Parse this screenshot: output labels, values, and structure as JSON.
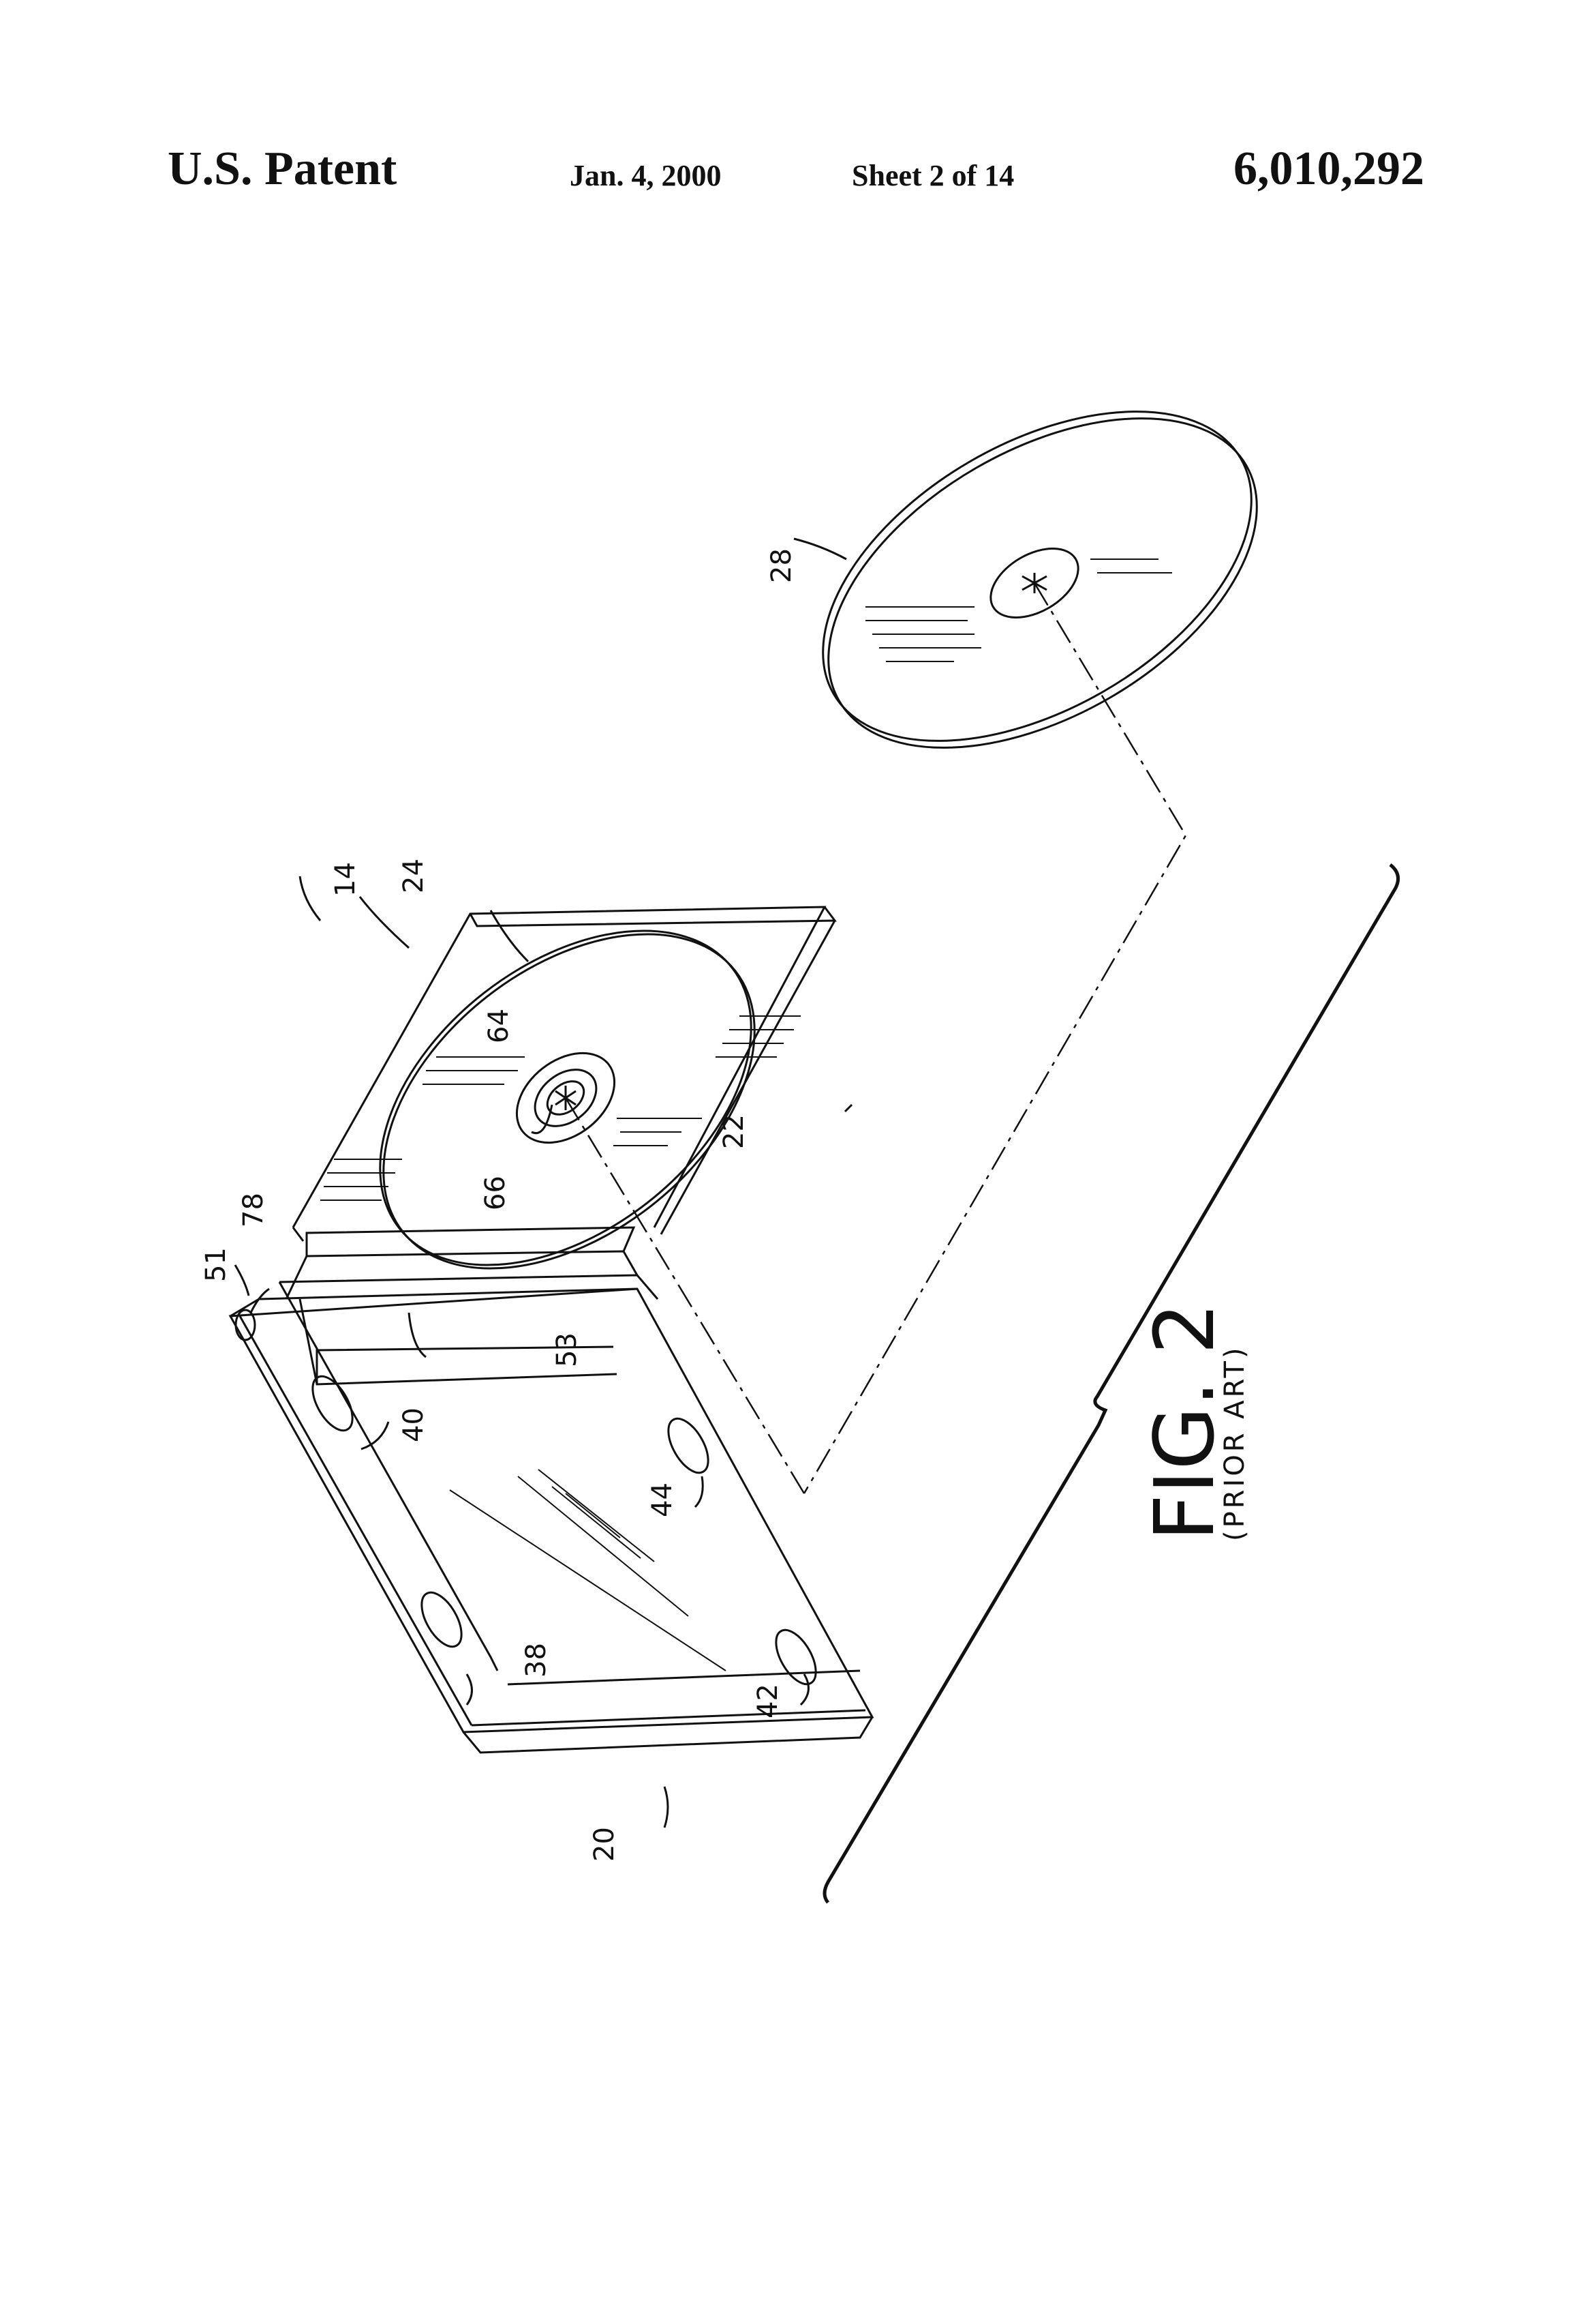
{
  "header": {
    "title": "U.S. Patent",
    "date": "Jan. 4, 2000",
    "sheet": "Sheet 2 of 14",
    "patent_number": "6,010,292"
  },
  "figure": {
    "label": "FIG. 2",
    "sublabel": "(PRIOR ART)"
  },
  "reference_numerals": {
    "r14": "14",
    "r20": "20",
    "r22": "22",
    "r24": "24",
    "r28": "28",
    "r38": "38",
    "r40": "40",
    "r42": "42",
    "r44": "44",
    "r51": "51",
    "r53": "53",
    "r64": "64",
    "r66": "66",
    "r78": "78"
  }
}
